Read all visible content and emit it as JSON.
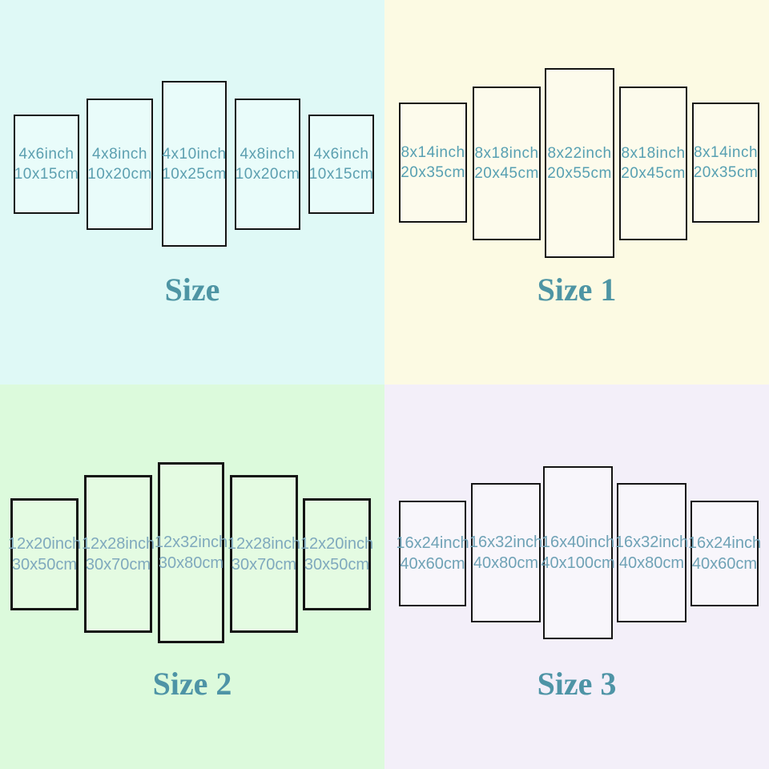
{
  "colors": {
    "quadrant_backgrounds": [
      "#DFF9F6",
      "#FCFAE3",
      "#DCFADC",
      "#F3EFF9"
    ],
    "panel_fills": [
      "#E9FCFA",
      "#FDFBEC",
      "#E4FBE2",
      "#F8F6FB"
    ],
    "panel_border": "#141414",
    "panel_text_colors": [
      "#5C9FB0",
      "#57A0B2",
      "#7FA9BD",
      "#6FA2B6"
    ],
    "title_color": "#4E95A4"
  },
  "quadrants": [
    {
      "title": "Size",
      "panels": [
        {
          "inch": "4x6inch",
          "cm": "10x15cm"
        },
        {
          "inch": "4x8inch",
          "cm": "10x20cm"
        },
        {
          "inch": "4x10inch",
          "cm": "10x25cm"
        },
        {
          "inch": "4x8inch",
          "cm": "10x20cm"
        },
        {
          "inch": "4x6inch",
          "cm": "10x15cm"
        }
      ]
    },
    {
      "title": "Size 1",
      "panels": [
        {
          "inch": "8x14inch",
          "cm": "20x35cm"
        },
        {
          "inch": "8x18inch",
          "cm": "20x45cm"
        },
        {
          "inch": "8x22inch",
          "cm": "20x55cm"
        },
        {
          "inch": "8x18inch",
          "cm": "20x45cm"
        },
        {
          "inch": "8x14inch",
          "cm": "20x35cm"
        }
      ]
    },
    {
      "title": "Size 2",
      "panels": [
        {
          "inch": "12x20inch",
          "cm": "30x50cm"
        },
        {
          "inch": "12x28inch",
          "cm": "30x70cm"
        },
        {
          "inch": "12x32inch",
          "cm": "30x80cm"
        },
        {
          "inch": "12x28inch",
          "cm": "30x70cm"
        },
        {
          "inch": "12x20inch",
          "cm": "30x50cm"
        }
      ]
    },
    {
      "title": "Size 3",
      "panels": [
        {
          "inch": "16x24inch",
          "cm": "40x60cm"
        },
        {
          "inch": "16x32inch",
          "cm": "40x80cm"
        },
        {
          "inch": "16x40inch",
          "cm": "40x100cm"
        },
        {
          "inch": "16x32inch",
          "cm": "40x80cm"
        },
        {
          "inch": "16x24inch",
          "cm": "40x60cm"
        }
      ]
    }
  ]
}
